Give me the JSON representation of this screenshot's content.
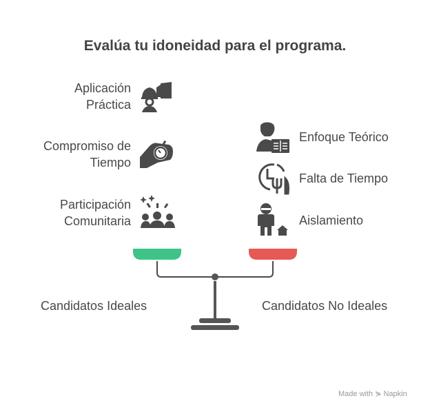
{
  "title": "Evalúa tu idoneidad para el programa.",
  "left": {
    "heading": "Candidatos Ideales",
    "color": "#3EC486",
    "items": [
      {
        "line1": "Aplicación",
        "line2": "Práctica",
        "icon": "worker-helmet-icon"
      },
      {
        "line1": "Compromiso de",
        "line2": "Tiempo",
        "icon": "hand-stopwatch-icon"
      },
      {
        "line1": "Participación",
        "line2": "Comunitaria",
        "icon": "community-group-icon"
      }
    ]
  },
  "right": {
    "heading": "Candidatos No Ideales",
    "color": "#E55A55",
    "items": [
      {
        "label": "Enfoque Teórico",
        "icon": "person-reading-book-icon"
      },
      {
        "label": "Falta de Tiempo",
        "icon": "clock-fork-icon"
      },
      {
        "label": "Aislamiento",
        "icon": "isolated-person-house-icon"
      }
    ]
  },
  "footer": {
    "made_with": "Made with",
    "brand": "Napkin"
  }
}
